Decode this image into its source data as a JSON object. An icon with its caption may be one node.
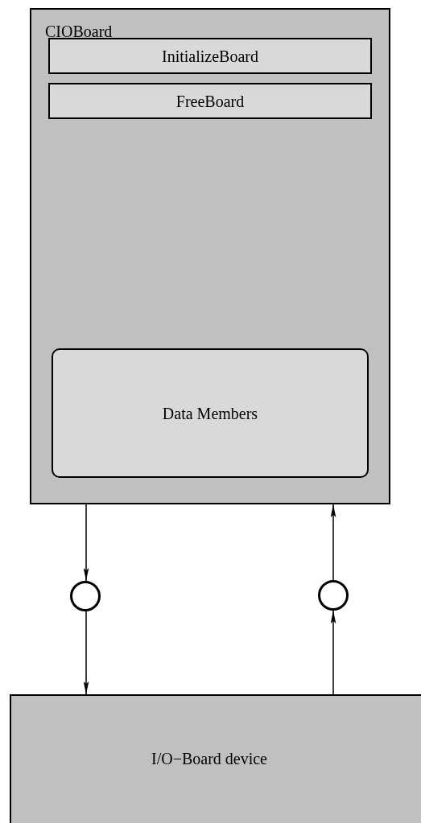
{
  "diagram": {
    "nodes": [
      {
        "text": [
          "CIOBoard"
        ]
      },
      {
        "text": [
          "InitializeBoard"
        ],
        "in": 0
      },
      {
        "text": [
          "FreeBoard"
        ],
        "in": 0
      },
      {
        "text": [
          "Data Members"
        ],
        "in": 0
      },
      {
        "text": [],
        "shape": "circle"
      },
      {
        "text": [],
        "shape": "circle"
      },
      {
        "text": [
          "I/O−Board device"
        ]
      }
    ],
    "edges": [
      {
        "from": 0,
        "to": 4,
        "arrow": "to"
      },
      {
        "from": 4,
        "to": 6,
        "arrow": "to"
      },
      {
        "from": 6,
        "to": 5,
        "arrow": "to"
      },
      {
        "from": 5,
        "to": 0,
        "arrow": "to"
      }
    ]
  }
}
